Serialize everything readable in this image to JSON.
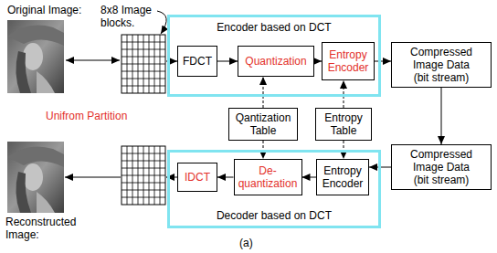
{
  "diagram": {
    "caption": "(a)",
    "nodes": [
      {
        "text": [
          "Encoder based on DCT"
        ]
      },
      {
        "text": [
          "FDCT"
        ],
        "in": 0
      },
      {
        "text": [
          "Quantization"
        ],
        "in": 0
      },
      {
        "text": [
          "Entropy Encoder"
        ],
        "in": 0
      },
      {
        "text": [
          "Compressed Image Data (bit stream)"
        ]
      },
      {
        "text": [
          "Qantization Table"
        ]
      },
      {
        "text": [
          "Entropy Table"
        ]
      },
      {
        "text": [
          "Decoder based on DCT"
        ]
      },
      {
        "text": [
          "IDCT"
        ],
        "in": 7
      },
      {
        "text": [
          "De- quantization"
        ],
        "in": 7
      },
      {
        "text": [
          "Entropy Encoder"
        ],
        "in": 7
      },
      {
        "text": [
          "Compressed Image Data (bit stream)"
        ]
      }
    ],
    "edges": [
      {
        "from": 1,
        "to": 2,
        "arrow": "to"
      },
      {
        "from": 2,
        "to": 3,
        "arrow": "to"
      },
      {
        "from": 3,
        "to": 4,
        "arrow": "to"
      },
      {
        "from": 4,
        "to": 11,
        "arrow": "to"
      },
      {
        "from": 11,
        "to": 10,
        "arrow": "to"
      },
      {
        "from": 10,
        "to": 9,
        "arrow": "to"
      },
      {
        "from": 9,
        "to": 8,
        "arrow": "to"
      },
      {
        "from": 5,
        "to": 2,
        "arrow": "to"
      },
      {
        "from": 5,
        "to": 9,
        "arrow": "to"
      },
      {
        "from": 6,
        "to": 3,
        "arrow": "to"
      },
      {
        "from": 6,
        "to": 10,
        "arrow": "to"
      }
    ],
    "labels": [
      "Original Image:",
      "8x8 Image blocks.",
      "Unifrom Partition",
      "Reconstructed Image:"
    ]
  }
}
